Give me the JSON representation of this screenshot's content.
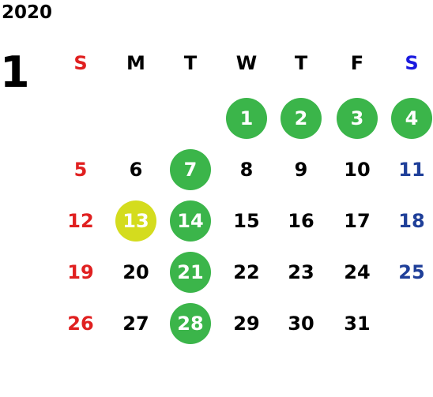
{
  "year": "2020",
  "month": "1",
  "weekdays": [
    "S",
    "M",
    "T",
    "W",
    "T",
    "F",
    "S"
  ],
  "colors": {
    "sunday": "#e02020",
    "saturday_header": "#1a1adf",
    "saturday": "#1f3f99",
    "weekday": "#000000",
    "highlight_green": "#3bb54a",
    "highlight_yellow": "#d4dc1e",
    "on_highlight": "#ffffff"
  },
  "weeks": [
    [
      null,
      null,
      null,
      {
        "d": "1",
        "hl": "green"
      },
      {
        "d": "2",
        "hl": "green"
      },
      {
        "d": "3",
        "hl": "green"
      },
      {
        "d": "4",
        "hl": "green"
      }
    ],
    [
      {
        "d": "5"
      },
      {
        "d": "6"
      },
      {
        "d": "7",
        "hl": "green"
      },
      {
        "d": "8"
      },
      {
        "d": "9"
      },
      {
        "d": "10"
      },
      {
        "d": "11"
      }
    ],
    [
      {
        "d": "12"
      },
      {
        "d": "13",
        "hl": "yellow"
      },
      {
        "d": "14",
        "hl": "green"
      },
      {
        "d": "15"
      },
      {
        "d": "16"
      },
      {
        "d": "17"
      },
      {
        "d": "18"
      }
    ],
    [
      {
        "d": "19"
      },
      {
        "d": "20"
      },
      {
        "d": "21",
        "hl": "green"
      },
      {
        "d": "22"
      },
      {
        "d": "23"
      },
      {
        "d": "24"
      },
      {
        "d": "25"
      }
    ],
    [
      {
        "d": "26"
      },
      {
        "d": "27"
      },
      {
        "d": "28",
        "hl": "green"
      },
      {
        "d": "29"
      },
      {
        "d": "30"
      },
      {
        "d": "31"
      },
      null
    ]
  ]
}
